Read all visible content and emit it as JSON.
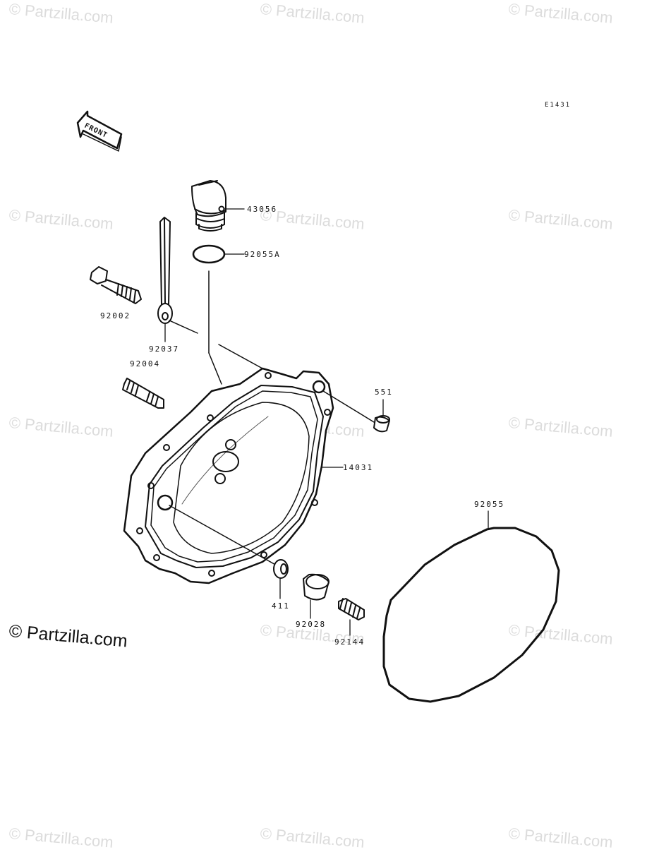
{
  "diagram_code": "E1431",
  "watermark": "© Partzilla.com",
  "copyright": "© Partzilla.com",
  "front_arrow_label": "FRONT",
  "parts": [
    {
      "id": "p43056",
      "number": "43056"
    },
    {
      "id": "p92055a",
      "number": "92055A"
    },
    {
      "id": "p92002",
      "number": "92002"
    },
    {
      "id": "p92037",
      "number": "92037"
    },
    {
      "id": "p92004",
      "number": "92004"
    },
    {
      "id": "p551",
      "number": "551"
    },
    {
      "id": "p14031",
      "number": "14031"
    },
    {
      "id": "p92055",
      "number": "92055"
    },
    {
      "id": "p411",
      "number": "411"
    },
    {
      "id": "p92028",
      "number": "92028"
    },
    {
      "id": "p92144",
      "number": "92144"
    }
  ]
}
